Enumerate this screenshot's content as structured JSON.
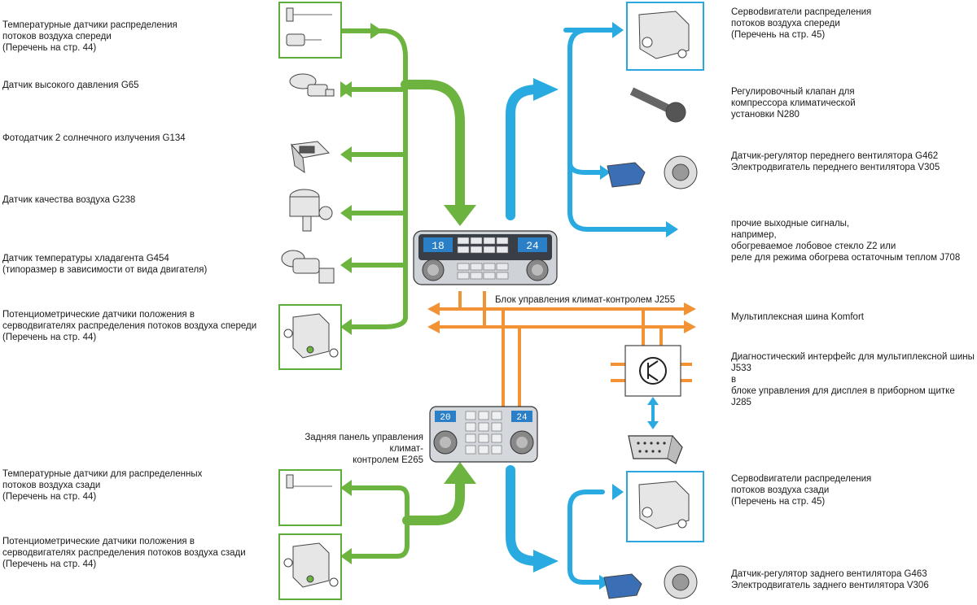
{
  "colors": {
    "input_arrows": "#6cb33f",
    "output_arrows": "#29abe2",
    "bus_arrows": "#f39234",
    "diag_link": "#29abe2",
    "box_green": "#5cad3c",
    "box_blue": "#2aa7de"
  },
  "inputs": [
    {
      "text": "Температурные датчики распределения\nпотоков воздуха спереди\n(Перечень на стр. 44)",
      "icon": "temperature-sensors-icon"
    },
    {
      "text": "Датчик высокого давления G65",
      "icon": "pressure-sensor-icon"
    },
    {
      "text": "Фотодатчик 2 солнечного излучения G134",
      "icon": "sun-sensor-icon"
    },
    {
      "text": "Датчик качества воздуха G238",
      "icon": "air-quality-sensor-icon"
    },
    {
      "text": "Датчик температуры хладагента G454\n(типоразмер в зависимости от вида двигателя)",
      "icon": "refrigerant-sensor-icon"
    },
    {
      "text": "Потенциометрические датчики положения в\nсерводвигателях распределения потоков воздуха спереди\n(Перечень на стр. 44)",
      "icon": "potentiometer-icon"
    }
  ],
  "rear_inputs": [
    {
      "text": "Температурные датчики для распределенных\nпотоков воздуха сзади\n(Перечень на стр. 44)",
      "icon": "temperature-sensor-rear-icon"
    },
    {
      "text": "Потенциометрические датчики положения в\nсерводвигателях распределения потоков воздуха сзади\n(Перечень на стр. 44)",
      "icon": "potentiometer-rear-icon"
    }
  ],
  "outputs": [
    {
      "text": "Сервodвигатели распределения\nпотоков воздуха спереди\n(Перечень на стр. 45)"
    },
    {
      "text": "Регулировочный клапан для\nкомпрессора климатической\nустановки N280"
    },
    {
      "text": "Датчик-регулятор переднего вентилятора G462\nЭлектродвигатель переднего вентилятора V305"
    },
    {
      "text": "прочие выходные сигналы,\nнапример,\nобогреваемое лобовое стекло Z2 или\nреле для режима обогрева остаточным теплом J708"
    }
  ],
  "rear_outputs": [
    {
      "text": "Сервodвигатели распределения\nпотоков воздуха сзади\n(Перечень на стр. 45)"
    },
    {
      "text": "Датчик-регулятор заднего вентилятора G463\nЭлектродвигатель заднего вентилятора V306"
    }
  ],
  "control_unit_label": "Блок управления климат-контролем J255",
  "bus_label": "Мультиплексная шина Komfort",
  "gateway_label": "Диагностический интерфейс для мультиплексной шины\nJ533\nв\nблоке управления для дисплея в приборном щитке J285",
  "rear_panel_label": "Задняя панель управления климат-\nконтролем E265",
  "front_panel": {
    "left_display": "18",
    "right_display": "24"
  },
  "rear_panel": {
    "left_display": "20",
    "right_display": "24"
  }
}
